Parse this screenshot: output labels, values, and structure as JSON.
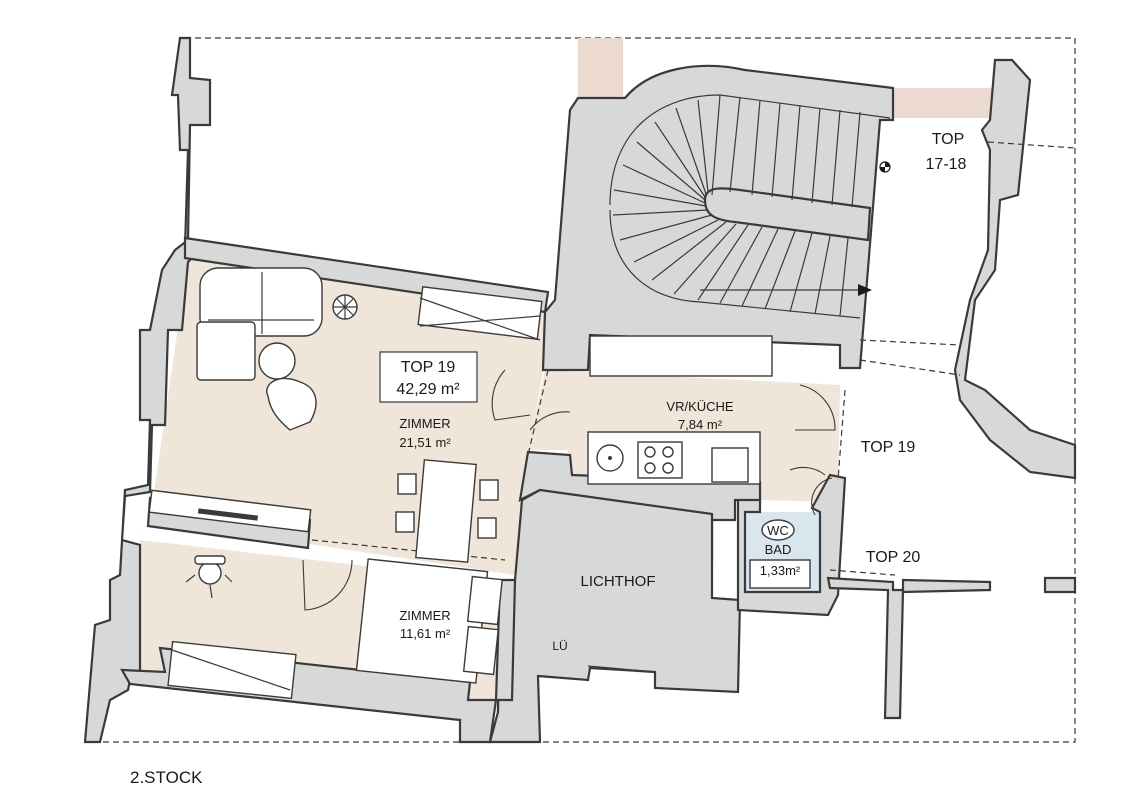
{
  "floor": "2.STOCK",
  "unit": {
    "name": "TOP 19",
    "area": "42,29 m²"
  },
  "rooms": [
    {
      "name": "ZIMMER",
      "area": "21,51 m²"
    },
    {
      "name": "VR/KÜCHE",
      "area": "7,84 m²"
    },
    {
      "name": "ZIMMER",
      "area": "11,61 m²"
    },
    {
      "name": "WC/ BAD",
      "line1": "WC",
      "line2": "BAD",
      "area": "1,33m²"
    }
  ],
  "labels": {
    "lichthof": "LICHTHOF",
    "lue": "LÜ",
    "top_17_18_line1": "TOP",
    "top_17_18_line2": "17-18",
    "top_19": "TOP 19",
    "top_20": "TOP 20"
  },
  "colors": {
    "floor_fill": "#efe5d8",
    "wall_fill": "#d7d9d9",
    "bath_fill": "#d9e6ee",
    "pink_fill": "#ecd9cf"
  }
}
